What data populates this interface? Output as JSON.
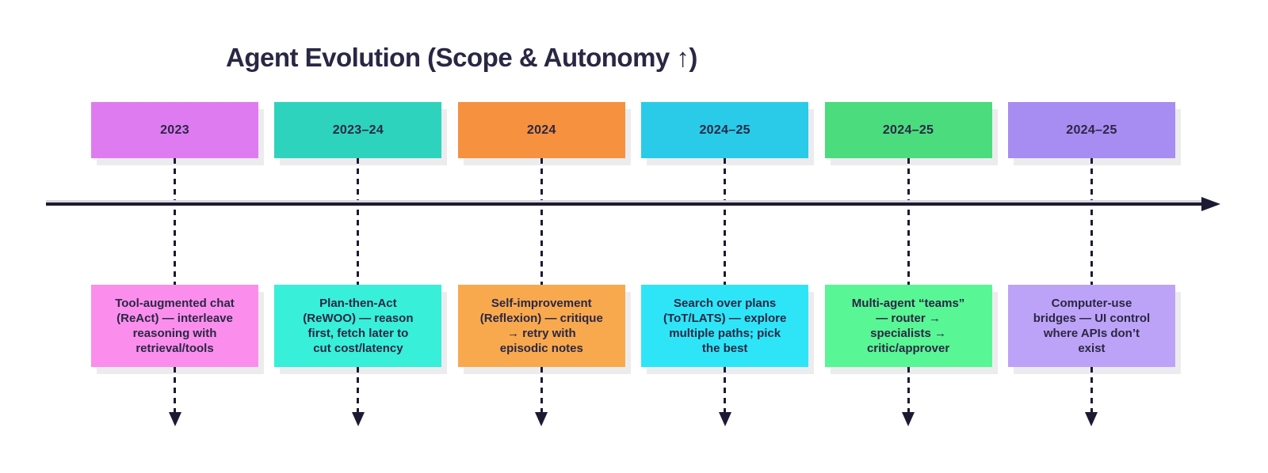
{
  "title": "Agent Evolution (Scope & Autonomy ↑)",
  "colors": {
    "text": "#2a2744",
    "axis": "#1c1a33",
    "shadow": "#ececef"
  },
  "columns": [
    {
      "year": "2023",
      "badge_color": "#df7bf0",
      "box_color": "#fb8eec",
      "description": "Tool-augmented chat (ReAct) — interleave reasoning with retrieval/tools",
      "lines": [
        "Tool-augmented chat",
        "(ReAct) — interleave",
        "reasoning with",
        "retrieval/tools"
      ]
    },
    {
      "year": "2023–24",
      "badge_color": "#2dd3bd",
      "box_color": "#38efd9",
      "description": "Plan-then-Act (ReWOO) — reason first, fetch later to cut cost/latency",
      "lines": [
        "Plan-then-Act",
        "(ReWOO) — reason",
        "first, fetch later to",
        "cut cost/latency"
      ]
    },
    {
      "year": "2024",
      "badge_color": "#f6913f",
      "box_color": "#f8a94e",
      "description": "Self-improvement (Reflexion) — critique → retry with episodic notes",
      "lines": [
        "Self-improvement",
        "(Reflexion) — critique",
        "→ retry with",
        "episodic notes"
      ]
    },
    {
      "year": "2024–25",
      "badge_color": "#29cbe8",
      "box_color": "#2ee5f8",
      "description": "Search over plans (ToT/LATS) — explore multiple paths; pick the best",
      "lines": [
        "Search over plans",
        "(ToT/LATS) — explore",
        "multiple paths; pick",
        "the best"
      ]
    },
    {
      "year": "2024–25",
      "badge_color": "#4adc7d",
      "box_color": "#58f694",
      "description": "Multi-agent “teams” — router → specialists → critic/approver",
      "lines": [
        "Multi-agent “teams”",
        "— router →",
        "specialists →",
        "critic/approver"
      ]
    },
    {
      "year": "2024–25",
      "badge_color": "#a78cf2",
      "box_color": "#bda3f7",
      "description": "Computer-use bridges — UI control where APIs don’t exist",
      "lines": [
        "Computer-use",
        "bridges — UI control",
        "where APIs don’t",
        "exist"
      ]
    }
  ]
}
